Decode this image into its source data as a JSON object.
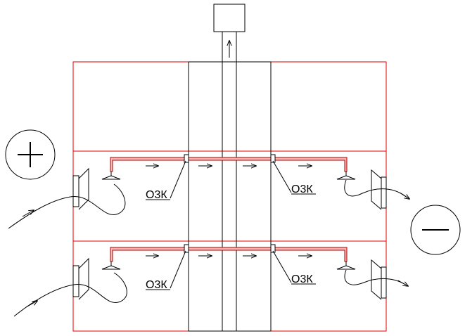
{
  "diagram": {
    "labels": {
      "damper_label": "О3К"
    },
    "symbols": {
      "plus": "plus-symbol",
      "minus": "minus-symbol"
    },
    "colors": {
      "building_outline": "#e00000",
      "duct_fill": "#f4b8b8",
      "lines": "#000000"
    }
  }
}
